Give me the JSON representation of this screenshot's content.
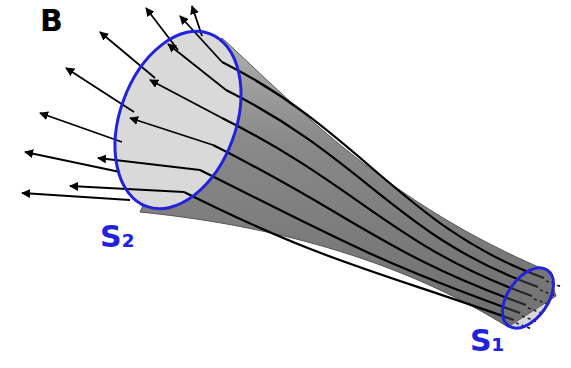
{
  "diagram": {
    "labels": [
      "B",
      "S₂",
      "S₁"
    ]
  }
}
